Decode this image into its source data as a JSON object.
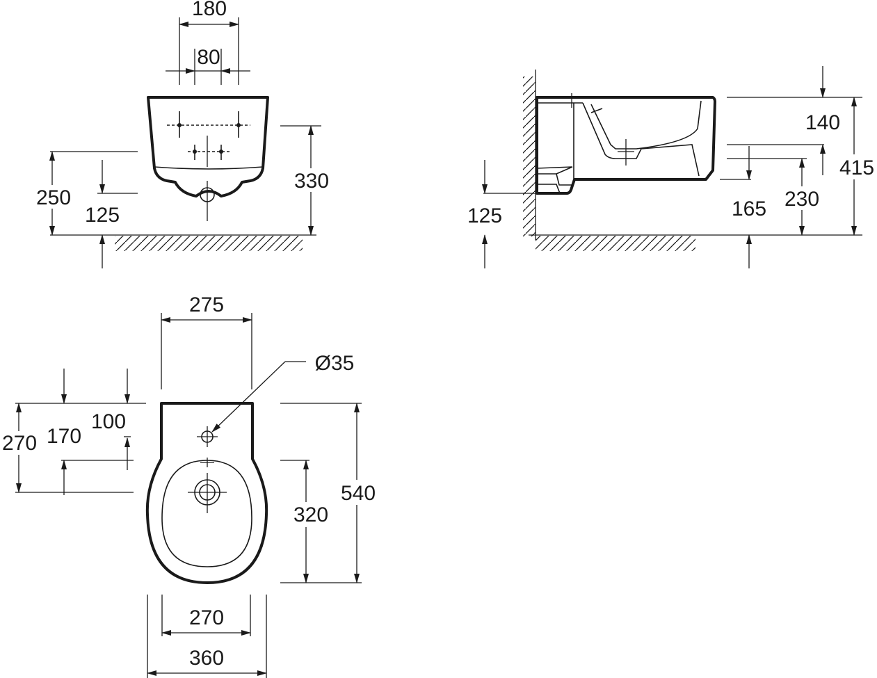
{
  "front_view": {
    "width_180": "180",
    "spacing_80": "80",
    "height_330": "330",
    "height_250": "250",
    "height_125": "125"
  },
  "side_view": {
    "depth_140": "140",
    "height_415": "415",
    "height_230": "230",
    "height_165": "165",
    "height_125": "125"
  },
  "top_view": {
    "width_275": "275",
    "hole_diameter": "Ø35",
    "length_270": "270",
    "length_170": "170",
    "length_100": "100",
    "length_540": "540",
    "length_320": "320",
    "width_270": "270",
    "width_360": "360"
  },
  "colors": {
    "line": "#1a1a1a",
    "background": "#ffffff"
  }
}
